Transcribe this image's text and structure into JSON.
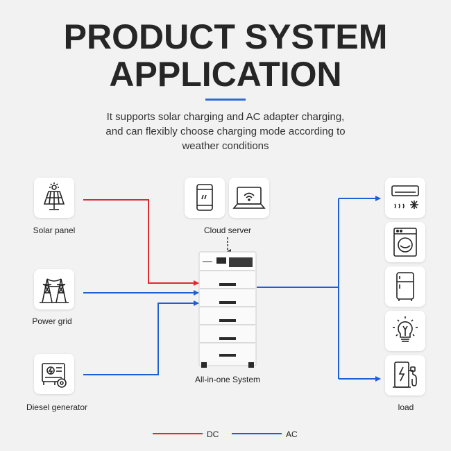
{
  "header": {
    "title_line1": "PRODUCT SYSTEM",
    "title_line2": "APPLICATION",
    "subtitle_line1": "It supports solar charging and AC adapter charging,",
    "subtitle_line2": "and can flexibly choose charging mode according to",
    "subtitle_line3": "weather conditions"
  },
  "sources": {
    "solar": "Solar panel",
    "grid": "Power grid",
    "diesel": "Diesel generator"
  },
  "cloud": {
    "label": "Cloud server"
  },
  "system": {
    "label": "All-in-one System",
    "brand": ""
  },
  "loads": {
    "label": "load",
    "items": [
      "air-conditioner",
      "washing-machine",
      "refrigerator",
      "light-bulb",
      "ev-charger"
    ]
  },
  "legend": {
    "dc": "DC",
    "ac": "AC"
  },
  "colors": {
    "dc": "#e0282e",
    "ac": "#1f5fd6",
    "title": "#262626",
    "accent": "#2b6cd8"
  }
}
